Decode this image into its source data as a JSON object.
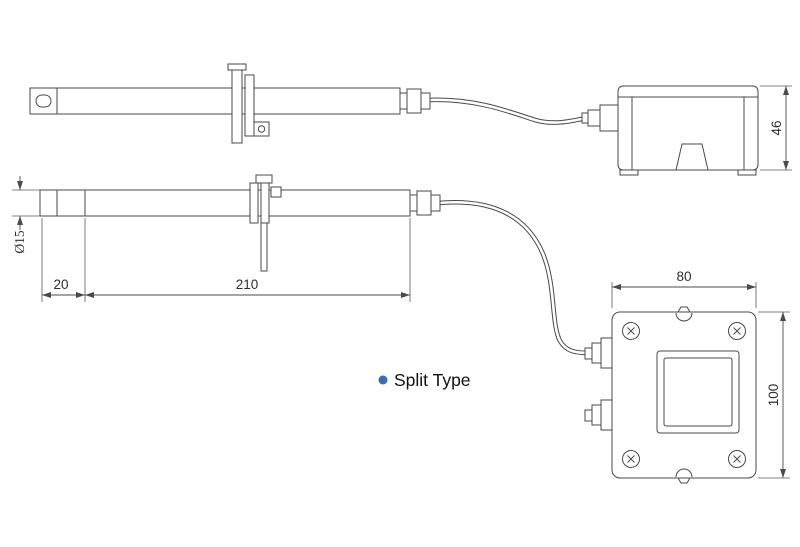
{
  "label": {
    "text": "Split Type"
  },
  "dimensions": {
    "box_depth": "46",
    "probe_diameter": "Ø15",
    "probe_tip_length": "20",
    "probe_length": "210",
    "box_width": "80",
    "box_height": "100"
  },
  "colors": {
    "bullet": "#3a6db4",
    "line": "#4a4a4a",
    "background": "#ffffff"
  }
}
